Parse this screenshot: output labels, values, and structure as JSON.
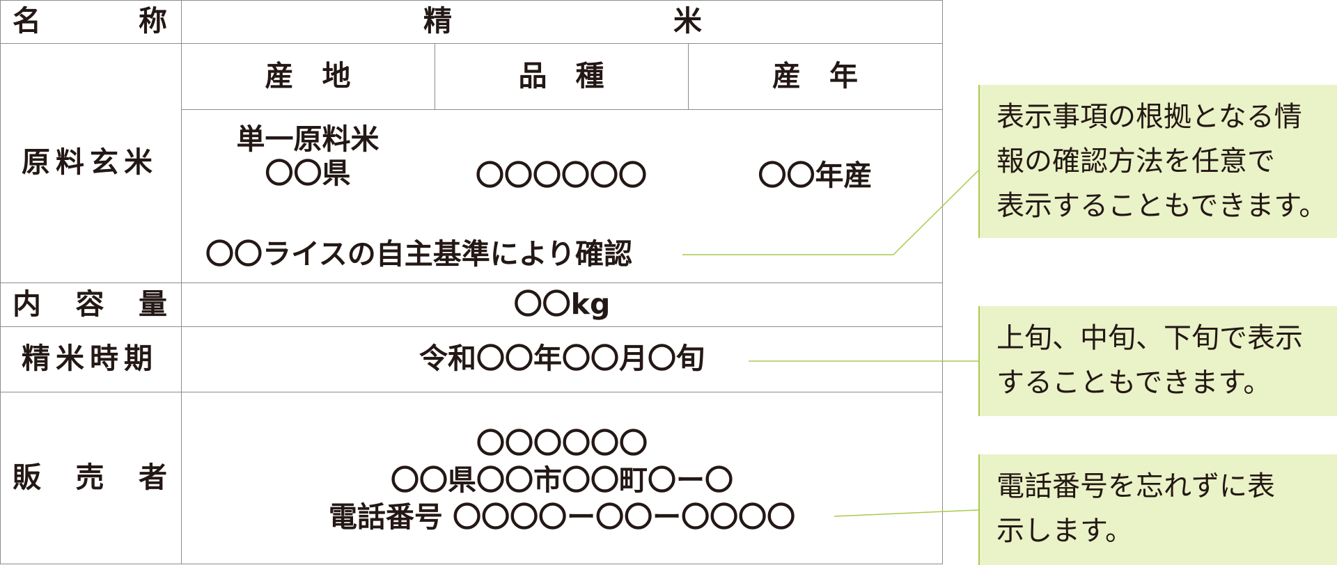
{
  "table": {
    "name_label": [
      "名",
      "称"
    ],
    "name_value": [
      "精",
      "米"
    ],
    "raw_label": "原料玄米",
    "origin_header": "産　地",
    "variety_header": "品　種",
    "year_header": "産　年",
    "origin_value_line1": "単一原料米",
    "origin_value_line2": "〇〇県",
    "variety_value": "〇〇〇〇〇〇",
    "year_value": "〇〇年産",
    "verification_note": "〇〇ライスの自主基準により確認",
    "content_label": [
      "内",
      "容",
      "量"
    ],
    "content_value": "〇〇kg",
    "milling_label": "精米時期",
    "milling_value": "令和〇〇年〇〇月〇旬",
    "seller_label": [
      "販",
      "売",
      "者"
    ],
    "seller_name": "〇〇〇〇〇〇",
    "seller_address": "〇〇県〇〇市〇〇町〇ー〇",
    "seller_phone": "電話番号 〇〇〇〇ー〇〇ー〇〇〇〇"
  },
  "callouts": {
    "verification": [
      "表示事項の根拠となる情",
      "報の確認方法を任意で",
      "表示することもできます。"
    ],
    "milling": [
      "上旬、中旬、下旬で表示",
      "することもできます。"
    ],
    "phone": [
      "電話番号を忘れずに表",
      "示します。"
    ]
  },
  "colors": {
    "callout_bg": "#eaf2c7",
    "callout_border": "#a8c94e",
    "leader_line": "#a8c94e",
    "table_line": "#8c8c8c",
    "text": "#231815"
  }
}
